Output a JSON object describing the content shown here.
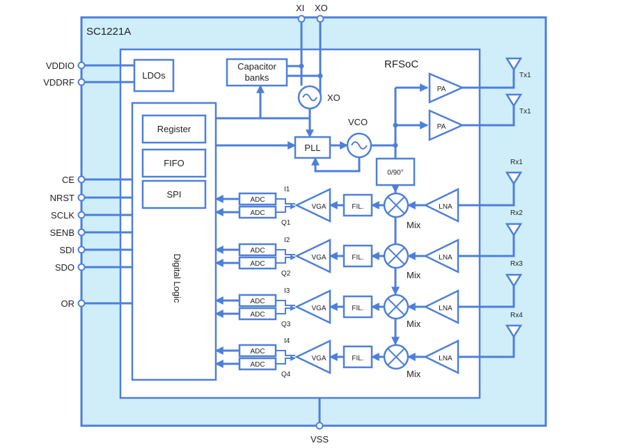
{
  "chip": {
    "name": "SC1221A",
    "soc_name": "RFSoC"
  },
  "colors": {
    "outer_fill": "#cfeefa",
    "line": "#4d7fd9",
    "block_fill": "#ffffff"
  },
  "blocks": {
    "ldos": "LDOs",
    "capacitor_banks_line1": "Capacitor",
    "capacitor_banks_line2": "banks",
    "xo": "XO",
    "vco": "VCO",
    "pll": "PLL",
    "phase_shifter": "0/90°",
    "register": "Register",
    "fifo": "FIFO",
    "spi": "SPI",
    "digital_logic": "Digital Logic",
    "pa": "PA",
    "lna": "LNA",
    "vga": "VGA",
    "filter": "FIL.",
    "adc": "ADC",
    "mixer": "Mix"
  },
  "top_pins": [
    "XI",
    "XO"
  ],
  "bottom_pin": "VSS",
  "left_power_pins": [
    "VDDIO",
    "VDDRF"
  ],
  "left_io_pins": [
    "CE",
    "NRST",
    "SCLK",
    "SENB",
    "SDI",
    "SDO",
    "OR"
  ],
  "tx_antennas": [
    "Tx1",
    "Tx1"
  ],
  "rx_antennas": [
    "Rx1",
    "Rx2",
    "Rx3",
    "Rx4"
  ],
  "rx_chains": [
    {
      "i_label": "I1",
      "q_label": "Q1"
    },
    {
      "i_label": "I2",
      "q_label": "Q2"
    },
    {
      "i_label": "I3",
      "q_label": "Q3"
    },
    {
      "i_label": "I4",
      "q_label": "Q4"
    }
  ]
}
